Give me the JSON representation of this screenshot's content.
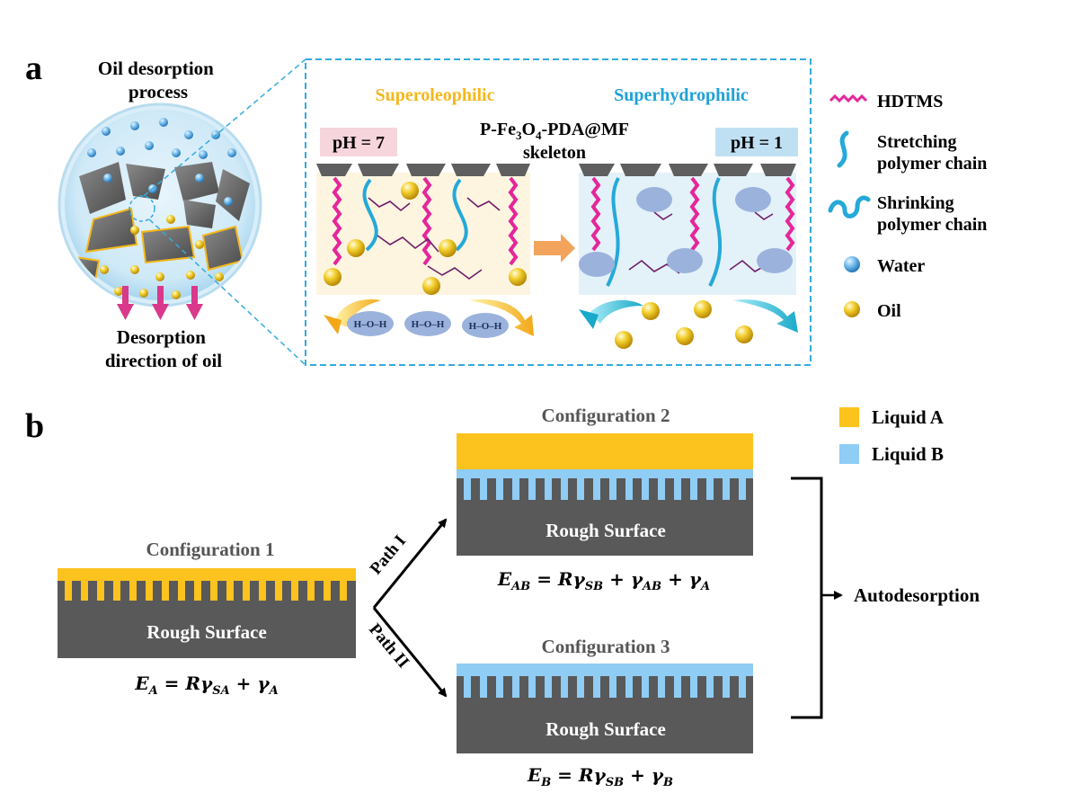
{
  "panel_a": {
    "label": "a",
    "circle_title": [
      "Oil desorption",
      "process"
    ],
    "desorption_caption": [
      "Desorption",
      "direction of oil"
    ],
    "state_left": "Superoleophilic",
    "state_right": "Superhydrophilic",
    "skeleton_parts": [
      "P-Fe",
      "3",
      "O",
      "4",
      "-PDA@MF"
    ],
    "skeleton_line2": "skeleton",
    "ph_left": "pH = 7",
    "ph_right": "pH = 1",
    "water_molecule": "H–O–H",
    "legend": [
      {
        "key": "hdtms",
        "label": "HDTMS"
      },
      {
        "key": "stretch",
        "label": "Stretching",
        "label2": "polymer chain"
      },
      {
        "key": "shrink",
        "label": "Shrinking",
        "label2": "polymer chain"
      },
      {
        "key": "water",
        "label": "Water"
      },
      {
        "key": "oil",
        "label": "Oil"
      }
    ],
    "colors": {
      "superoleophilic": "#f5b71c",
      "superhydrophilic": "#1fa2d8",
      "hdtms": "#e5269a",
      "polymer": "#25a9d9",
      "box_border": "#33aadf",
      "arrow": "#d9388b",
      "ph_left_bg": "#f6d5dc",
      "ph_right_bg": "#bfe0f2"
    }
  },
  "panel_b": {
    "label": "b",
    "legend": [
      {
        "key": "A",
        "label": "Liquid A",
        "color": "#fcc21e"
      },
      {
        "key": "B",
        "label": "Liquid B",
        "color": "#8fcdf5"
      }
    ],
    "surface_label": "Rough Surface",
    "config1_title": "Configuration 1",
    "config2_title": "Configuration 2",
    "config3_title": "Configuration 3",
    "path1": "Path I",
    "path2": "Path II",
    "autodesorption": "Autodesorption",
    "equation1": "E_A = Rγ_SA + γ_A",
    "equation2": "E_AB = Rγ_SB + γ_AB + γ_A",
    "equation3": "E_B = Rγ_SB + γ_B",
    "colors": {
      "surface": "#595959",
      "liquid_A": "#fcc21e",
      "liquid_B": "#8fcdf5"
    }
  }
}
